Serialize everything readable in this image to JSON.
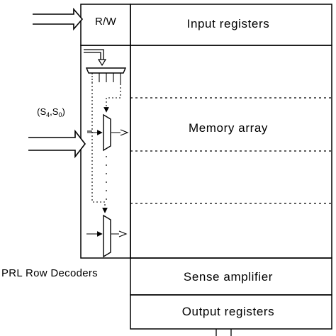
{
  "diagram": {
    "rw_label": "R/W",
    "input_registers_label": "Input registers",
    "memory_array_label": "Memory array",
    "select_signals": {
      "prefix": "(S",
      "sub1": "4",
      "middle": ",S",
      "sub2": "0",
      "suffix": ")"
    },
    "row_decoders_label": "PRL Row Decoders",
    "sense_amplifier_label": "Sense amplifier",
    "output_registers_label": "Output registers"
  }
}
